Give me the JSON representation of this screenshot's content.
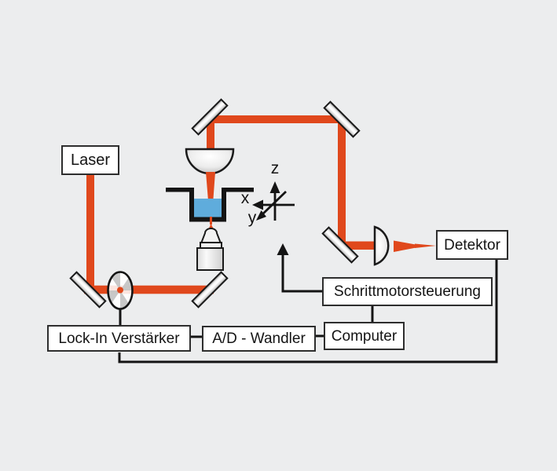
{
  "boxes": {
    "laser": "Laser",
    "detector": "Detektor",
    "stepper_control": "Schrittmotorsteuerung",
    "computer": "Computer",
    "ad_converter": "A/D - Wandler",
    "lockin_amplifier": "Lock-In Verstärker"
  },
  "axis_labels": {
    "x": "x",
    "y": "y",
    "z": "z"
  },
  "colors": {
    "background": "#ECEDEE",
    "beam_red": "#E0481C",
    "cuvette_liquid_blue": "#5FACDC",
    "wiring_black": "#141414",
    "box_border": "#2E2E2E"
  },
  "components": {
    "mirrors": [
      "mirror-top-left",
      "mirror-top-right",
      "mirror-bottom-right",
      "mirror-bottom-left",
      "mirror-bottom-center"
    ],
    "chopper": "chopper-wheel",
    "collecting_lens": "hemispherical-lens",
    "focusing_lens": "half-ball-lens",
    "objective": "microscope-objective",
    "sample": "cuvette-with-liquid",
    "coordinate_system": "xyz-axes"
  }
}
